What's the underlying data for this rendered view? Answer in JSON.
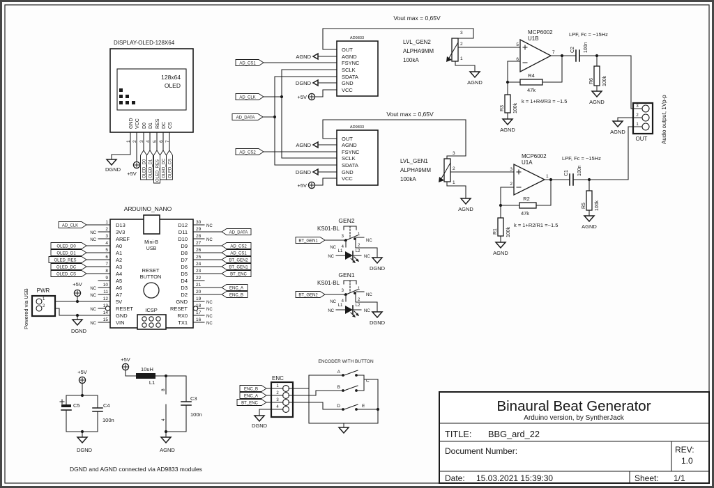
{
  "labels": {
    "nc": "NC",
    "agnd": "AGND",
    "dgnd": "DGND",
    "v5": "+5V",
    "cap100n": "100n",
    "res100k": "100k",
    "res47k": "47k",
    "ad9833": "AD9833",
    "vout": "Vout max = 0,65V",
    "lpf": "LPF, Fc = ~15Hz",
    "mcp": "MCP6002",
    "alpha": "ALPHA9MM",
    "potval": "100kA",
    "ks01": "KS01-BL"
  },
  "display": {
    "title": "DISPLAY-OLED-128X64",
    "screen1": "128x64",
    "screen2": "OLED",
    "pins": [
      "GND",
      "VCC",
      "D0",
      "D1",
      "RES",
      "DC",
      "CS"
    ],
    "nums": [
      "1",
      "2",
      "3",
      "4",
      "5",
      "6",
      "7"
    ],
    "flags": [
      "OLED_D0",
      "OLED_D1",
      "OLED_RES",
      "OLED_DC",
      "OLED_CS"
    ]
  },
  "dds1": {
    "pins": [
      "OUT",
      "AGND",
      "FSYNC",
      "SCLK",
      "SDATA",
      "GND",
      "VCC"
    ]
  },
  "dds2": {
    "pins": [
      "OUT",
      "AGND",
      "FSYNC",
      "SCLK",
      "SDATA",
      "GND",
      "VCC"
    ]
  },
  "bus": {
    "cs1": "AD_CS1",
    "clk": "AD_CLK",
    "data": "AD_DATA",
    "cs2": "AD_CS2"
  },
  "pot1": {
    "name": "LVL_GEN2",
    "p3": "3",
    "p2": "2",
    "p1": "1"
  },
  "pot2": {
    "name": "LVL_GEN1",
    "p3": "3",
    "p2": "2",
    "p1": "1"
  },
  "amp1": {
    "ref": "U1B",
    "pp": "5",
    "pm": "6",
    "po": "7",
    "cap": "C2",
    "rfb": "R4",
    "rg": "R3",
    "rl": "R6",
    "gain": "k = 1+R4/R3 = ~1.5"
  },
  "amp2": {
    "ref": "U1A",
    "pp": "3",
    "pm": "2",
    "po": "1",
    "cap": "C1",
    "rfb": "R2",
    "rg": "R1",
    "rl": "R5",
    "gain": "k = 1+R2/R1 =~1.5"
  },
  "outconn": {
    "name": "OUT",
    "p3": "3",
    "p2": "2",
    "p1": "1",
    "note": "Audio output, 1Vp-p"
  },
  "arduino": {
    "title": "ARDUINO_NANO",
    "usb1": "Mini-B",
    "usb2": "USB",
    "rst1": "RESET",
    "rst2": "BUTTON",
    "icsp": "ICSP",
    "left": [
      {
        "n": "1",
        "p": "D13",
        "f": "AD_CLK"
      },
      {
        "n": "2",
        "p": "3V3"
      },
      {
        "n": "3",
        "p": "AREF"
      },
      {
        "n": "4",
        "p": "A0",
        "f": "OLED_D0"
      },
      {
        "n": "5",
        "p": "A1",
        "f": "OLED_D1"
      },
      {
        "n": "6",
        "p": "A2",
        "f": "OLED_RES"
      },
      {
        "n": "7",
        "p": "A3",
        "f": "OLED_DC"
      },
      {
        "n": "8",
        "p": "A4",
        "f": "OLED_CS"
      },
      {
        "n": "9",
        "p": "A5"
      },
      {
        "n": "10",
        "p": "A6"
      },
      {
        "n": "11",
        "p": "A7"
      },
      {
        "n": "12",
        "p": "5V"
      },
      {
        "n": "13",
        "p": "RESET"
      },
      {
        "n": "14",
        "p": "GND"
      },
      {
        "n": "15",
        "p": "VIN"
      }
    ],
    "right": [
      {
        "n": "30",
        "p": "D12"
      },
      {
        "n": "29",
        "p": "D11",
        "f": "AD_DATA"
      },
      {
        "n": "28",
        "p": "D10"
      },
      {
        "n": "27",
        "p": "D9",
        "f": "AD_CS2"
      },
      {
        "n": "26",
        "p": "D8",
        "f": "AD_CS1"
      },
      {
        "n": "25",
        "p": "D7",
        "f": "BT_GEN2"
      },
      {
        "n": "24",
        "p": "D6",
        "f": "BT_GEN1"
      },
      {
        "n": "23",
        "p": "D5",
        "f": "BT_ENC"
      },
      {
        "n": "22",
        "p": "D4"
      },
      {
        "n": "21",
        "p": "D3",
        "f": "ENC_A"
      },
      {
        "n": "20",
        "p": "D2",
        "f": "ENC_B"
      },
      {
        "n": "19",
        "p": "GND"
      },
      {
        "n": "18",
        "p": "RESET"
      },
      {
        "n": "17",
        "p": "RX0"
      },
      {
        "n": "16",
        "p": "TX1"
      }
    ],
    "pwr": {
      "name": "PWR",
      "p1": "1",
      "p2": "2",
      "note": "Powered via USB"
    }
  },
  "sw1": {
    "title": "GEN2",
    "flag": "BT_GEN1",
    "p1": "1",
    "p2": "2",
    "p3": "3",
    "p4": "4",
    "l1": "L1",
    "l2": "L2"
  },
  "sw2": {
    "title": "GEN1",
    "flag": "BT_GEN2",
    "p1": "1",
    "p2": "2",
    "p3": "3",
    "p4": "4",
    "l1": "L1",
    "l2": "L2"
  },
  "encoder": {
    "title": "ENCODER WITH BUTTON",
    "name": "ENC",
    "nums": [
      "1",
      "2",
      "3",
      "4"
    ],
    "f1": "ENC_B",
    "f2": "ENC_A",
    "f3": "BT_ENC",
    "a": "A",
    "b": "B",
    "c": "C",
    "d": "D",
    "e": "E"
  },
  "power": {
    "c5": "C5",
    "c4": "C4",
    "c3": "C3",
    "l1": "L1",
    "l1v": "10uH",
    "p8": "8",
    "p4": "4"
  },
  "note": "DGND and AGND connected via AD9833 modules",
  "title_block": {
    "title": "Binaural Beat Generator",
    "subtitle": "Arduino version, by SyntherJack",
    "title_label": "TITLE:",
    "title_value": "BBG_ard_22",
    "doc_label": "Document Number:",
    "rev_label": "REV:",
    "rev_value": "1.0",
    "date_label": "Date:",
    "date_value": "15.03.2021 15:39:30",
    "sheet_label": "Sheet:",
    "sheet_value": "1/1"
  }
}
